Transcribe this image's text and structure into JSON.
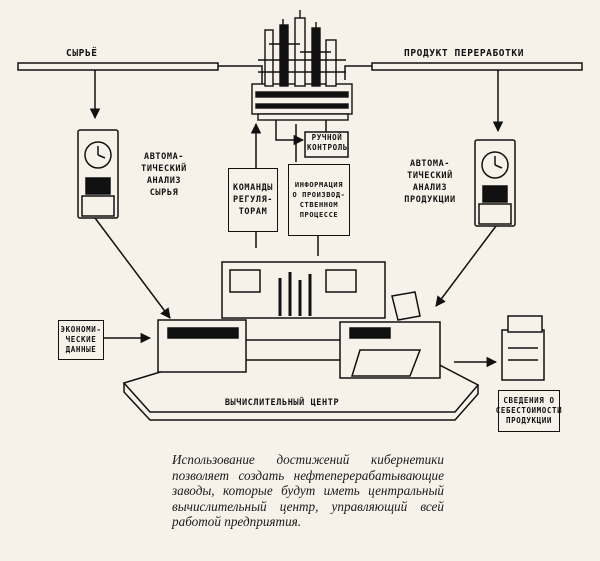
{
  "labels": {
    "raw_material": "СЫРЬЁ",
    "product": "ПРОДУКТ ПЕРЕРАБОТКИ",
    "manual_control": "РУЧНОЙ КОНТРОЛЬ",
    "auto_analysis_raw": "АВТОМА-ТИЧЕСКИЙ АНАЛИЗ СЫРЬЯ",
    "auto_analysis_product": "АВТОМА-ТИЧЕСКИЙ АНАЛИЗ ПРОДУКЦИИ",
    "commands_regulators": "КОМАНДЫ РЕГУЛЯ-ТОРАМ",
    "production_info": "ИНФОРМАЦИЯ О ПРОИЗВОД-СТВЕННОМ ПРОЦЕССЕ",
    "economic_data": "ЭКОНОМИ-ЧЕСКИЕ ДАННЫЕ",
    "computing_center": "ВЫЧИСЛИТЕЛЬНЫЙ ЦЕНТР",
    "cost_info": "СВЕДЕНИЯ О СЕБЕСТОИМОСТИ ПРОДУКЦИИ"
  },
  "caption": "Использование достижений кибернетики позволяет создать нефтеперерабатывающие заводы, которые будут иметь центральный вычислительный центр, управляющий всей работой предприятия.",
  "colors": {
    "ink": "#111111",
    "paper": "#f6f2ea"
  }
}
